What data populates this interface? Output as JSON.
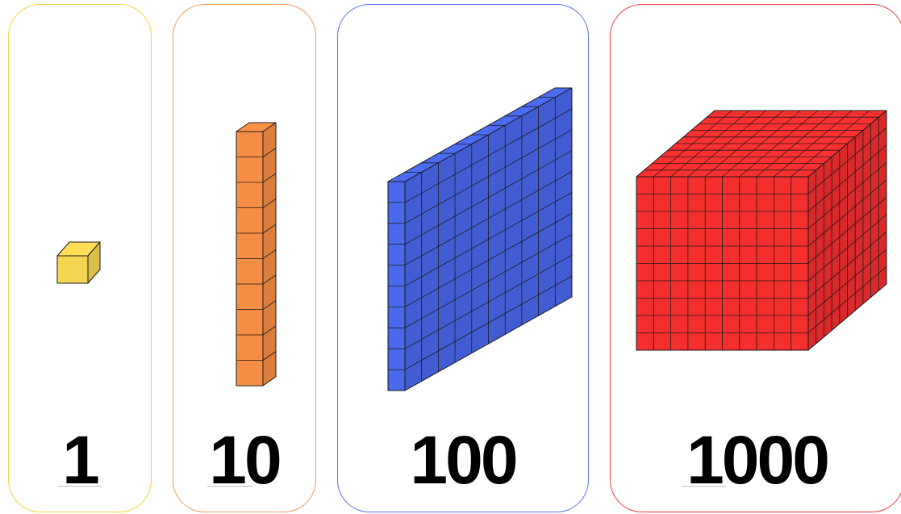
{
  "cards": [
    {
      "label": "1",
      "border_color": "#f5d23a",
      "block_color": "#ffdd55",
      "block": "unit cube"
    },
    {
      "label": "10",
      "border_color": "#f09a5e",
      "block_color": "#ff9447",
      "block": "rod"
    },
    {
      "label": "100",
      "border_color": "#5a74e8",
      "block_color": "#4d6cf5",
      "block": "flat"
    },
    {
      "label": "1000",
      "border_color": "#e84040",
      "block_color": "#ff3030",
      "block": "cube"
    }
  ]
}
